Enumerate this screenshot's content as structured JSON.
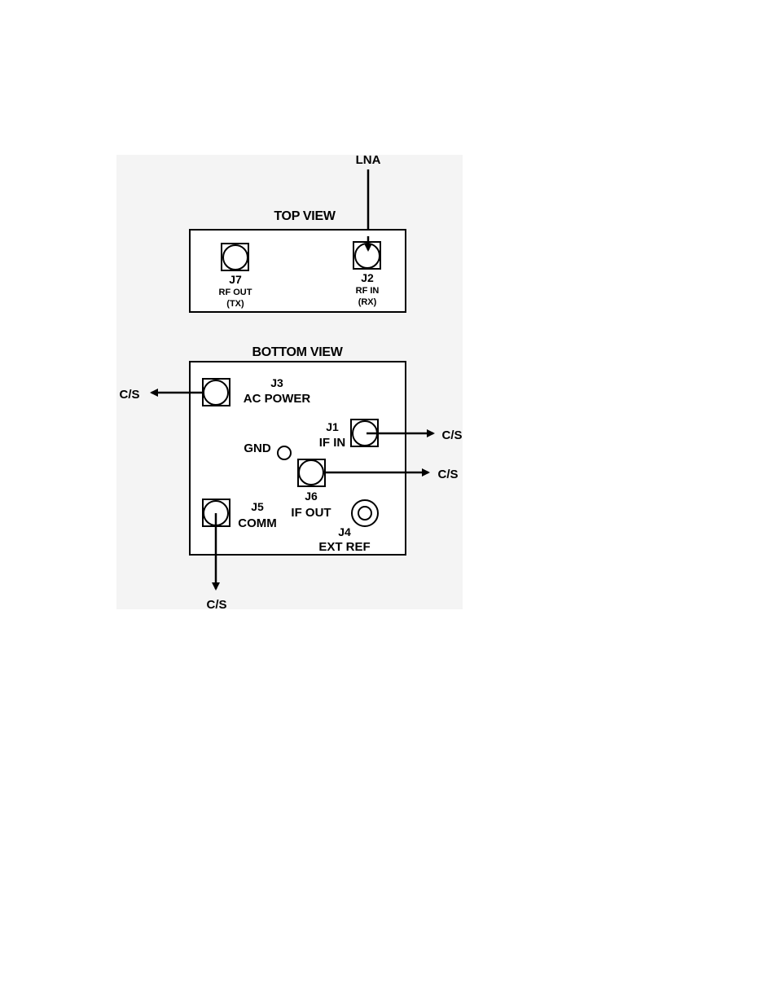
{
  "colors": {
    "ink": "#000000",
    "backdrop": "#f4f4f4",
    "page": "#ffffff"
  },
  "top_view": {
    "title": "TOP VIEW",
    "lna_label": "LNA",
    "j7": {
      "id": "J7",
      "name": "RF OUT",
      "sub": "(TX)"
    },
    "j2": {
      "id": "J2",
      "name": "RF IN",
      "sub": "(RX)"
    }
  },
  "bottom_view": {
    "title": "BOTTOM VIEW",
    "j3": {
      "id": "J3",
      "name": "AC POWER"
    },
    "j1": {
      "id": "J1",
      "name": "IF IN"
    },
    "gnd": "GND",
    "j6": {
      "id": "J6",
      "name": "IF OUT"
    },
    "j5": {
      "id": "J5",
      "name": "COMM"
    },
    "j4": {
      "id": "J4",
      "name": "EXT REF"
    },
    "cs_label": "C/S"
  }
}
